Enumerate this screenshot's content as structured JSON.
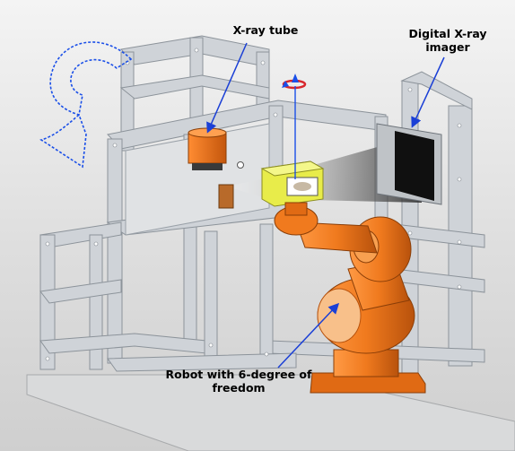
{
  "labels": {
    "xray_tube": "X-ray tube",
    "imager_line1": "Digital X-ray",
    "imager_line2": "imager",
    "robot_line1": "Robot with 6-degree of",
    "robot_line2": "freedom"
  },
  "colors": {
    "frame": "#cfd3d8",
    "frame_dark": "#9aa1a8",
    "robot": "#f07a1e",
    "robot_dark": "#b8520c",
    "arrow": "#1a3fd6",
    "rotation_arrow": "#1a4fe8",
    "rotation_arrow_red": "#d8262c",
    "sample_box": "#e8ec4a",
    "detector": "#101010",
    "base_plate": "#d9dadb"
  }
}
